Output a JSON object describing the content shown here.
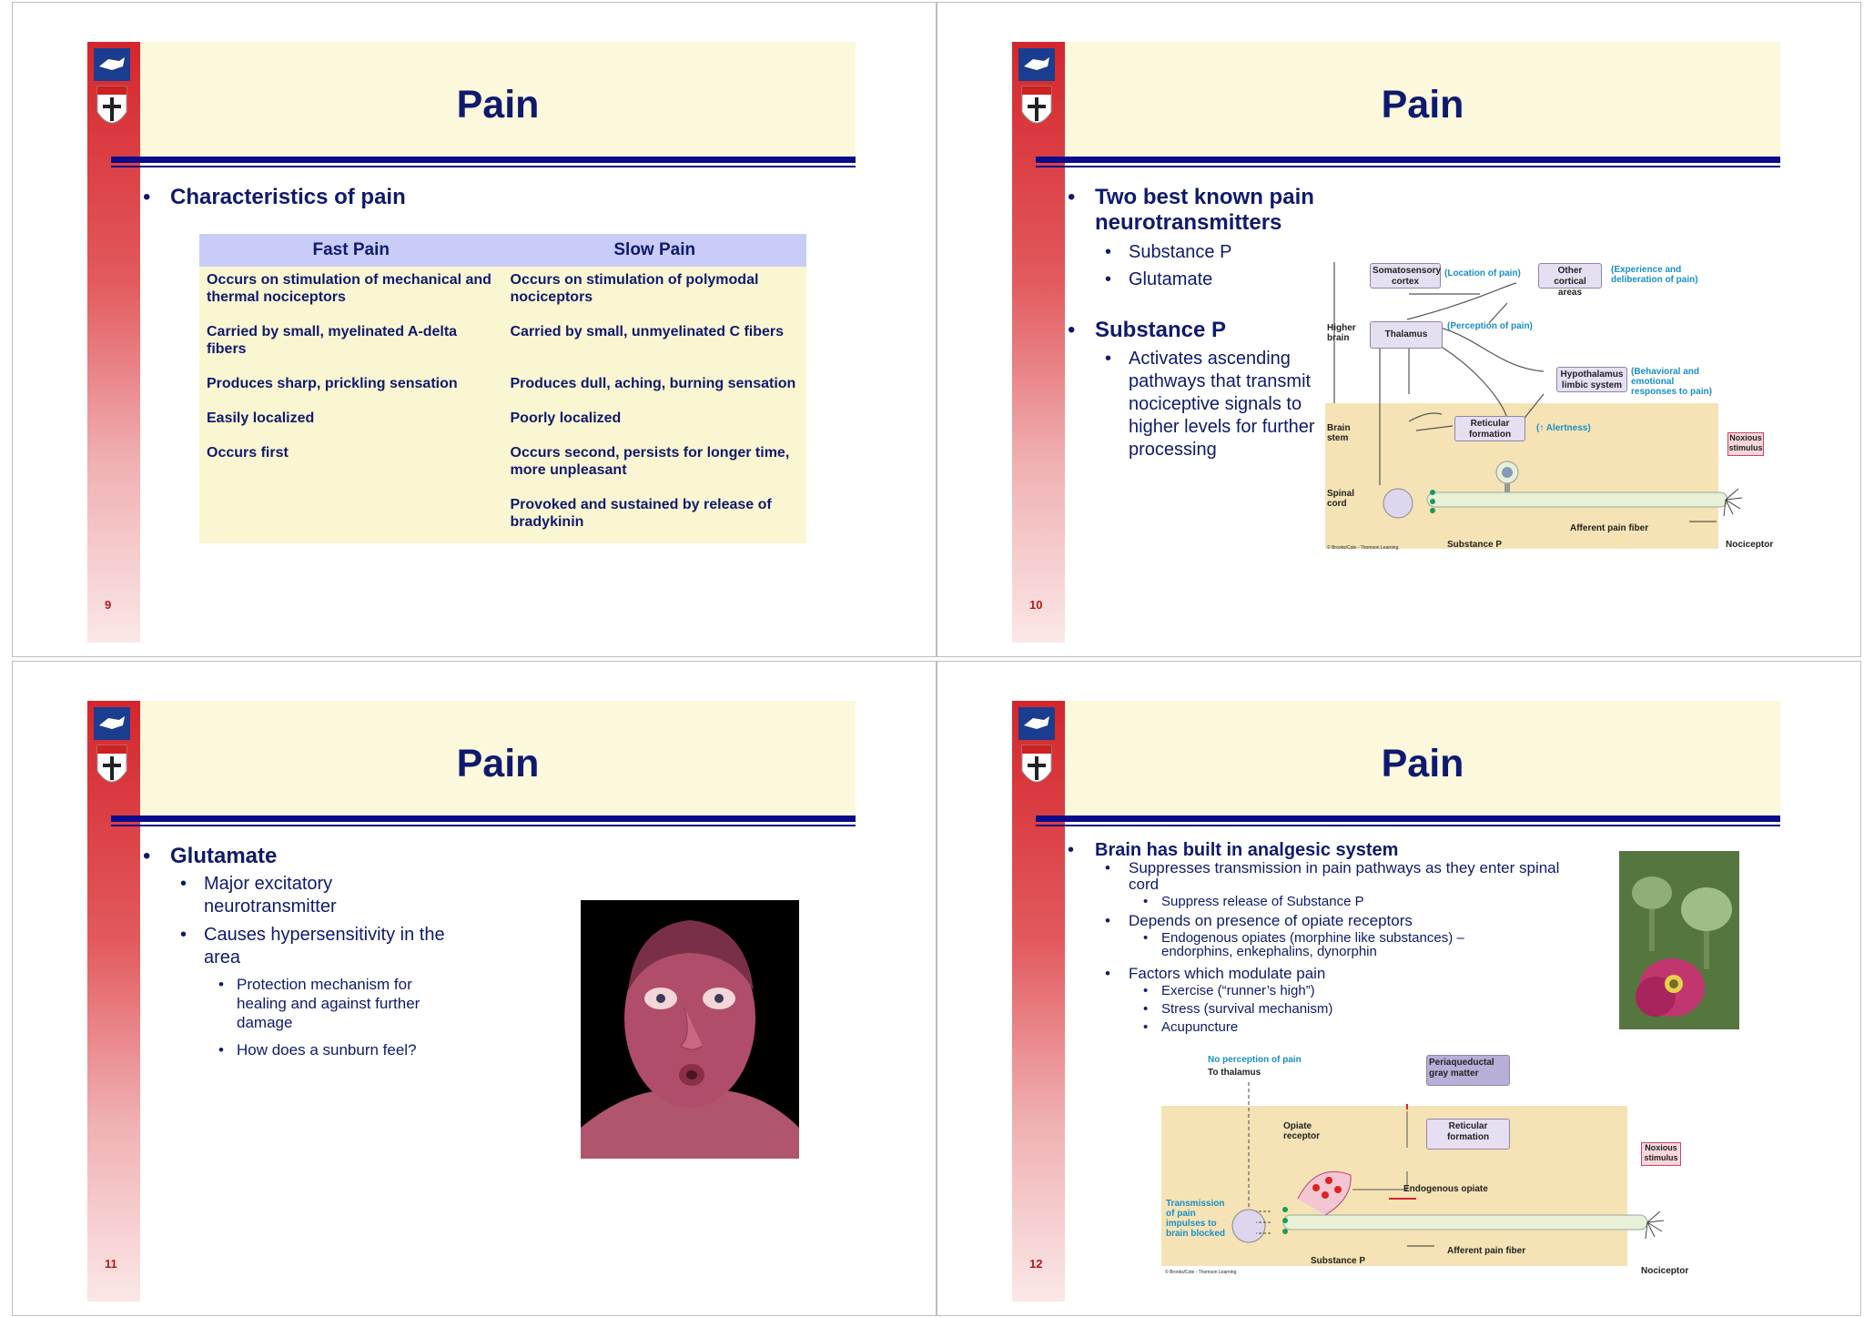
{
  "slides": {
    "s9": {
      "title": "Pain",
      "page_number": "9",
      "bullet": "Characteristics of pain",
      "table": {
        "headers": [
          "Fast Pain",
          "Slow Pain"
        ],
        "rows": [
          [
            "Occurs on stimulation of mechanical and thermal nociceptors",
            "Occurs on stimulation of polymodal nociceptors"
          ],
          [
            "Carried by small, myelinated A-delta fibers",
            "Carried by small, unmyelinated C fibers"
          ],
          [
            "Produces sharp, prickling sensation",
            "Produces dull, aching, burning sensation"
          ],
          [
            "Easily localized",
            "Poorly localized"
          ],
          [
            "Occurs first",
            "Occurs second, persists for longer time, more unpleasant"
          ],
          [
            "",
            "Provoked and sustained by release of bradykinin"
          ]
        ]
      }
    },
    "s10": {
      "title": "Pain",
      "page_number": "10",
      "bullet1": "Two best known pain neurotransmitters",
      "sub1": [
        "Substance P",
        "Glutamate"
      ],
      "bullet2": "Substance P",
      "sub2": "Activates ascending pathways that transmit nociceptive signals to higher levels for further processing",
      "diagram": {
        "somatosensory": "Somatosensory cortex",
        "location": "(Location of pain)",
        "other_cortical": "Other cortical areas",
        "experience": "(Experience and deliberation of pain)",
        "higher_brain": "Higher brain",
        "thalamus": "Thalamus",
        "perception": "(Perception of pain)",
        "hypothalamus": "Hypothalamus limbic system",
        "behavioral": "(Behavioral and emotional responses to pain)",
        "brain_stem": "Brain stem",
        "reticular": "Reticular formation",
        "alertness": "(↑ Alertness)",
        "noxious": "Noxious stimulus",
        "spinal_cord": "Spinal cord",
        "afferent": "Afferent pain fiber",
        "substance_p": "Substance P",
        "nociceptor": "Nociceptor",
        "credit": "© Brooks/Cole - Thomson Learning"
      }
    },
    "s11": {
      "title": "Pain",
      "page_number": "11",
      "bullet": "Glutamate",
      "sub": [
        "Major excitatory neurotransmitter",
        "Causes hypersensitivity in the area"
      ],
      "subsub": [
        "Protection mechanism for healing and against further damage",
        "How does a sunburn feel?"
      ]
    },
    "s12": {
      "title": "Pain",
      "page_number": "12",
      "bullet": "Brain has built in analgesic system",
      "items": [
        {
          "text": "Suppresses transmission in pain pathways as they enter spinal cord",
          "subs": [
            "Suppress release of Substance P"
          ]
        },
        {
          "text": "Depends on presence of opiate receptors",
          "subs": [
            "Endogenous opiates (morphine like substances) – endorphins, enkephalins, dynorphin"
          ]
        },
        {
          "text": "Factors which modulate pain",
          "subs": [
            "Exercise (“runner’s high”)",
            "Stress (survival mechanism)",
            "Acupuncture"
          ]
        }
      ],
      "diagram": {
        "no_perception": "No perception of pain",
        "to_thalamus": "To thalamus",
        "periaqueductal": "Periaqueductal gray matter",
        "opiate_receptor": "Opiate receptor",
        "reticular": "Reticular formation",
        "noxious": "Noxious stimulus",
        "endogenous": "Endogenous opiate",
        "transmission": "Transmission of pain impulses to brain blocked",
        "afferent": "Afferent pain fiber",
        "substance_p": "Substance P",
        "nociceptor": "Nociceptor",
        "credit": "© Brooks/Cole - Thomson Learning"
      }
    }
  }
}
